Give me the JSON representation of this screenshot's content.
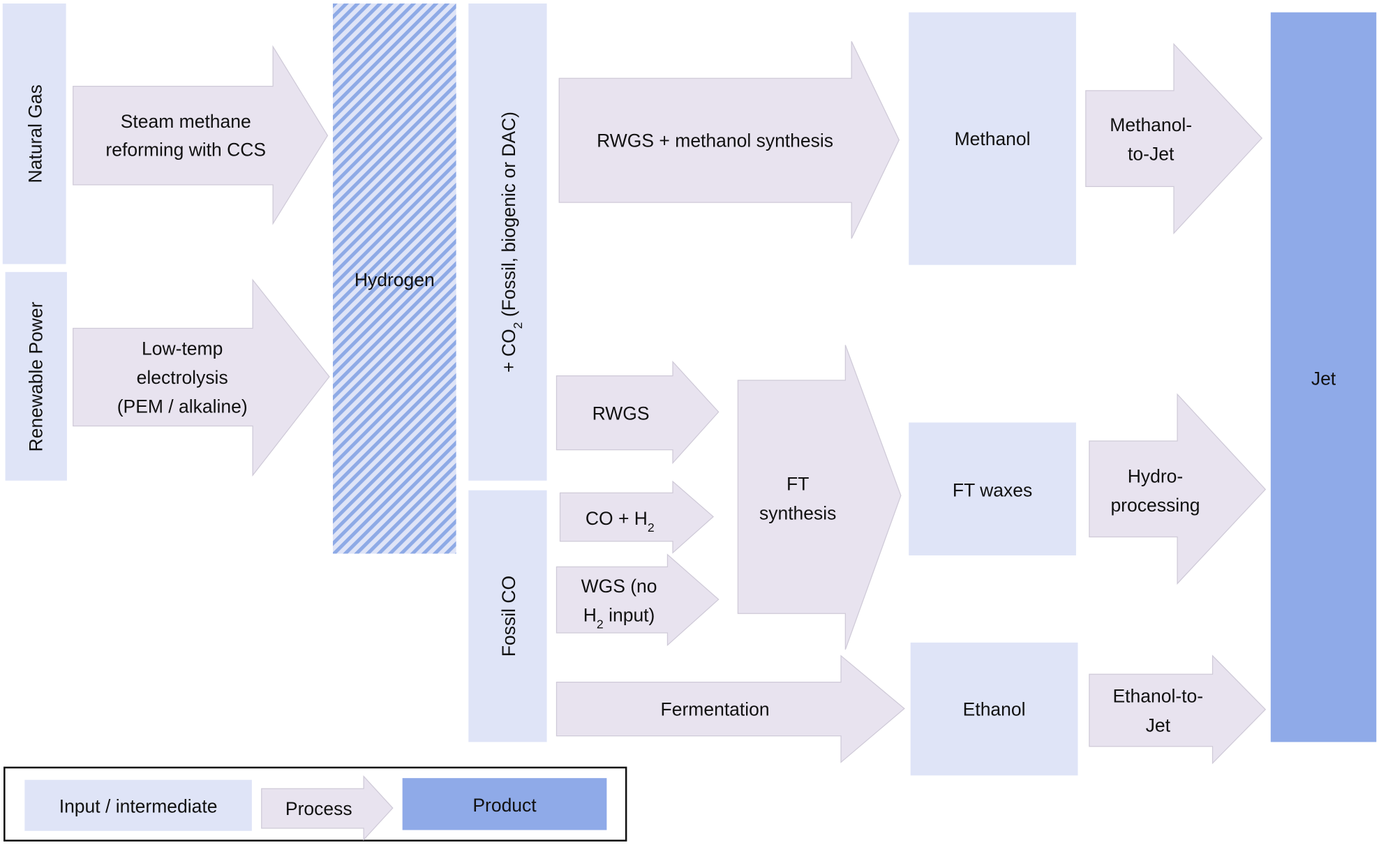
{
  "colors": {
    "input_intermediate": "#dfe4f7",
    "process": "#e8e3ef",
    "product": "#8faae8",
    "hatch_stripe": "#8eaae6"
  },
  "inputs": {
    "natural_gas": "Natural Gas",
    "renewable_power": "Renewable Power",
    "hydrogen": "Hydrogen",
    "co2_prefix": "+ CO",
    "co2_sub": "2",
    "co2_suffix": " (Fossil, biogenic or DAC)",
    "fossil_co": "Fossil CO"
  },
  "processes": {
    "smr": [
      "Steam methane",
      "reforming with CCS"
    ],
    "electrolysis": [
      "Low-temp",
      "electrolysis",
      "(PEM / alkaline)"
    ],
    "rwgs_methanol": "RWGS + methanol synthesis",
    "rwgs": "RWGS",
    "co_h2_prefix": "CO + H",
    "co_h2_sub": "2",
    "wgs_line1": "WGS (no",
    "wgs_line2_prefix": "H",
    "wgs_line2_sub": "2",
    "wgs_line2_suffix": " input)",
    "ft_synthesis": [
      "FT",
      "synthesis"
    ],
    "fermentation": "Fermentation",
    "methanol_to_jet": [
      "Methanol-",
      "to-Jet"
    ],
    "hydroprocessing": [
      "Hydro-",
      "processing"
    ],
    "ethanol_to_jet": [
      "Ethanol-to-",
      "Jet"
    ]
  },
  "intermediates": {
    "methanol": "Methanol",
    "ft_waxes": "FT waxes",
    "ethanol": "Ethanol"
  },
  "product": {
    "jet": "Jet"
  },
  "legend": {
    "input_intermediate": "Input / intermediate",
    "process": "Process",
    "product": "Product"
  }
}
